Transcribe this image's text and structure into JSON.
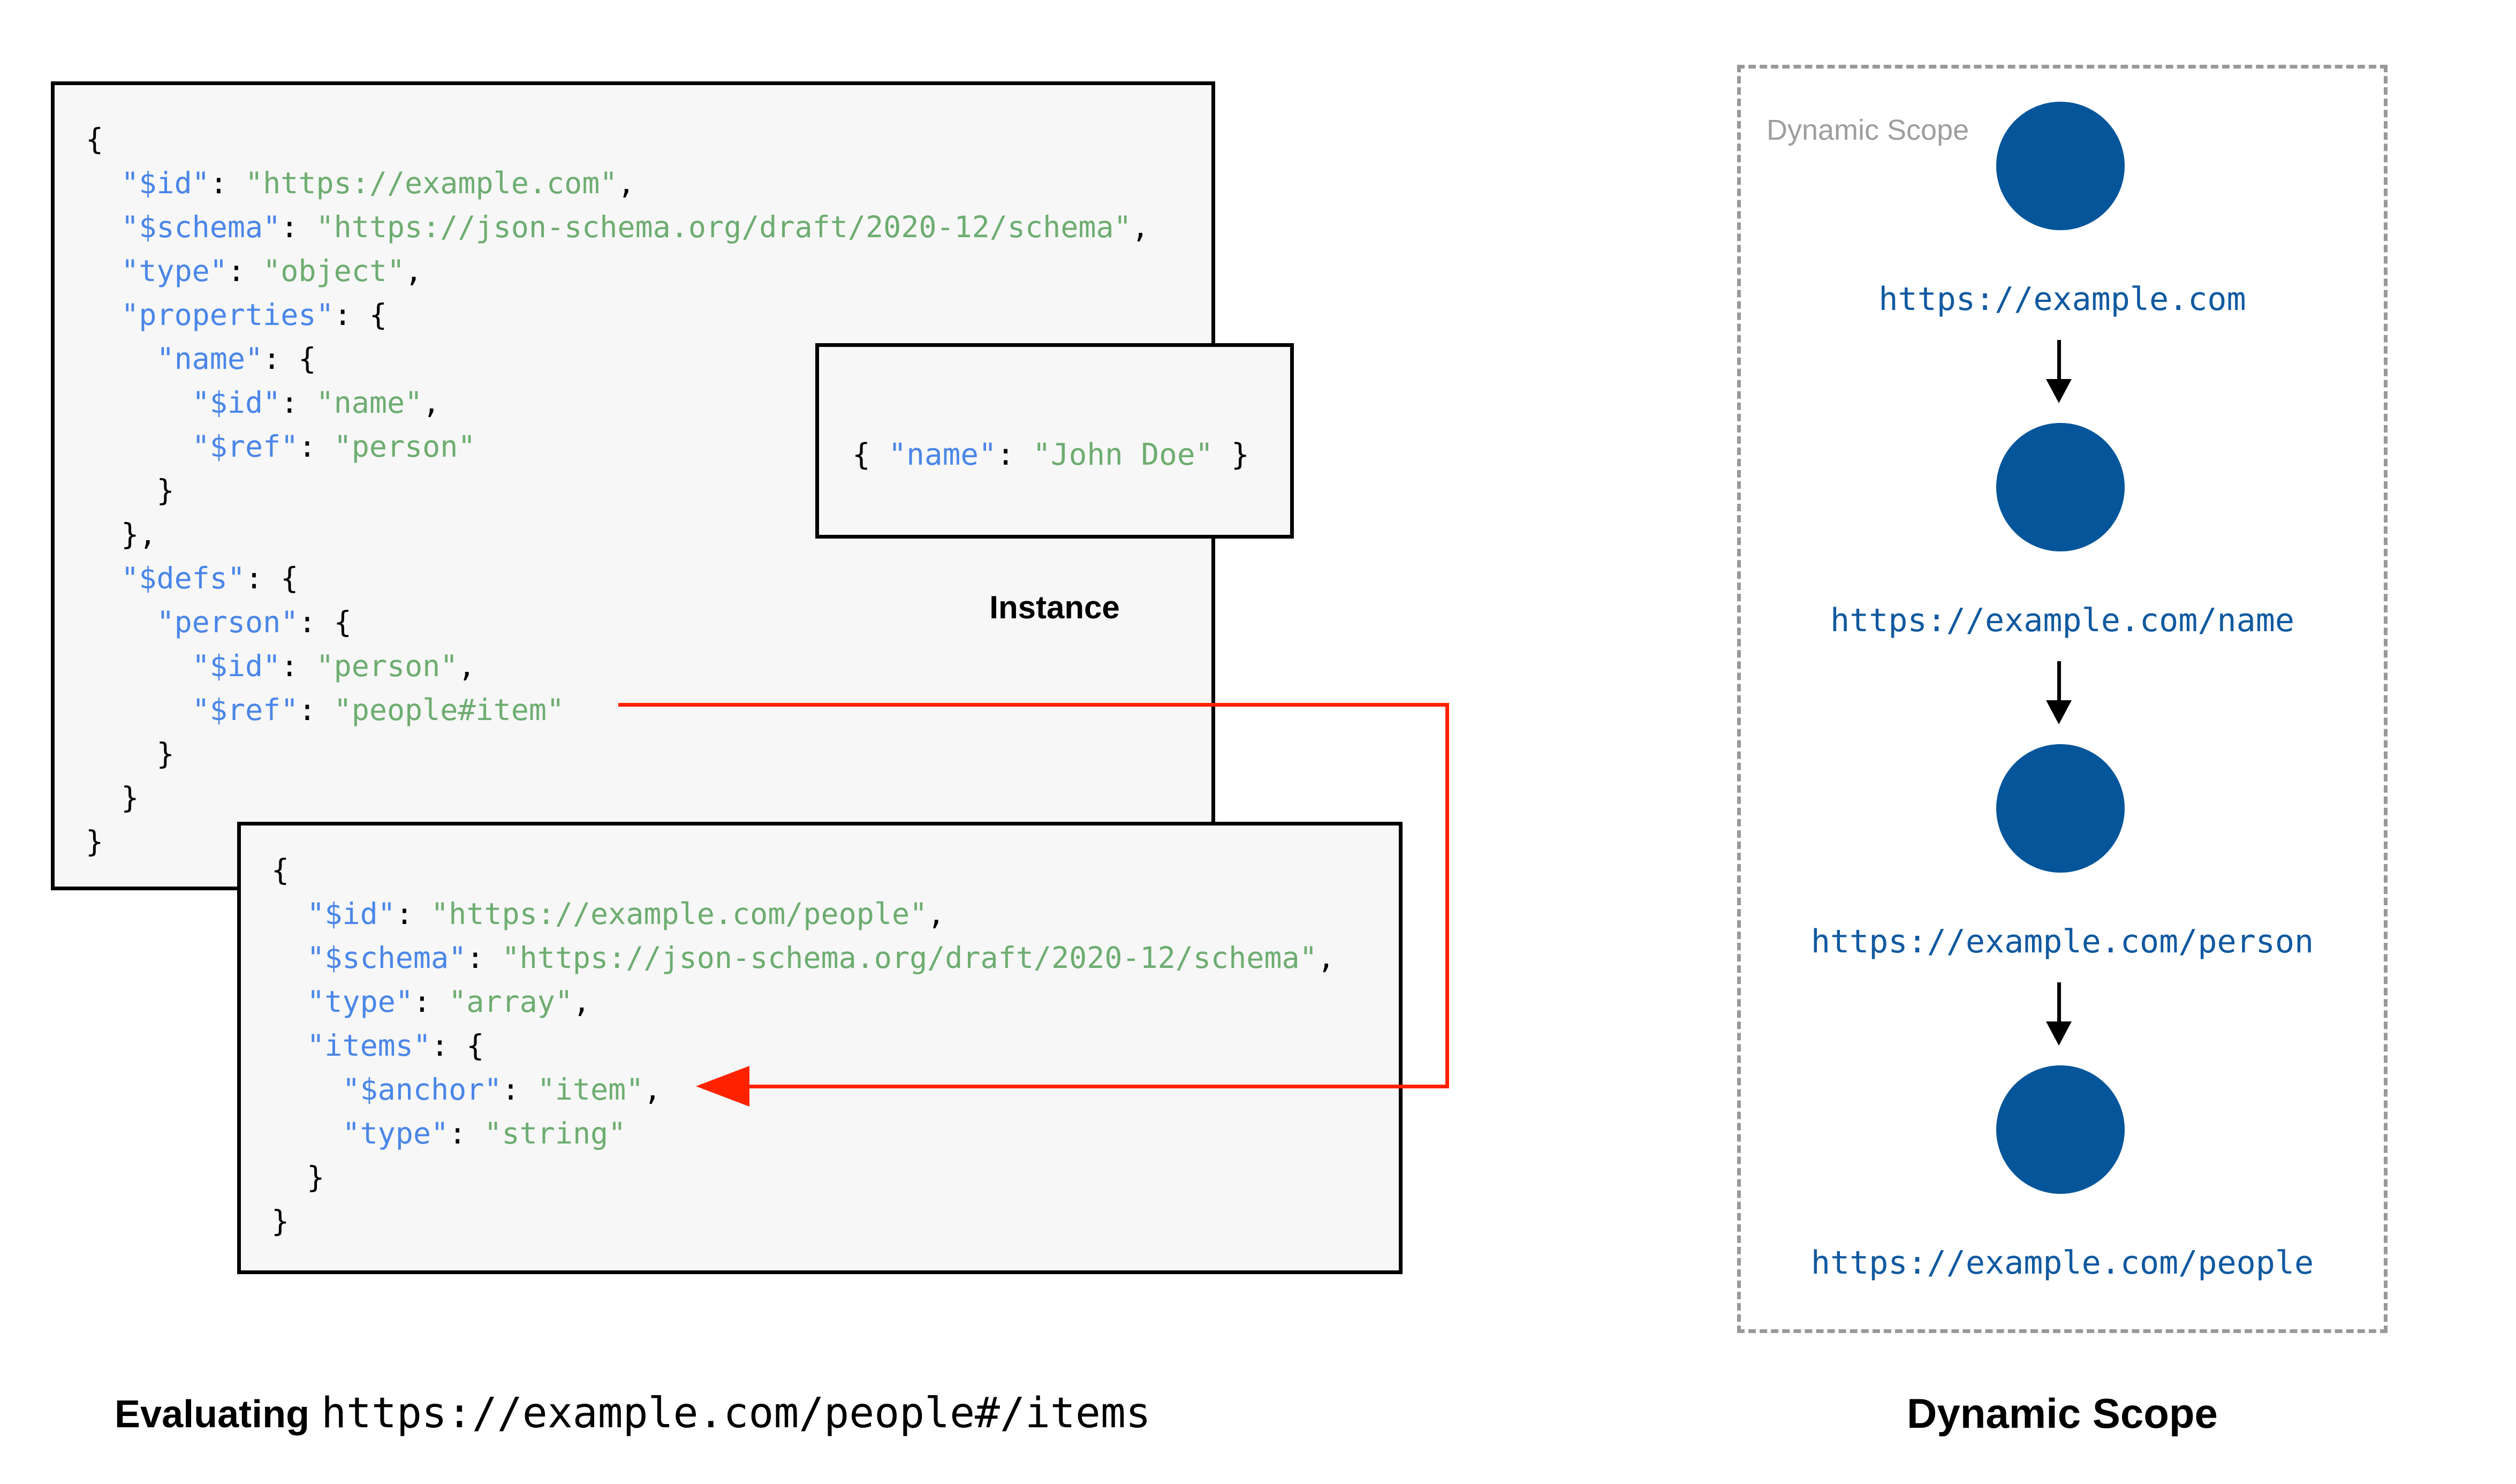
{
  "colors": {
    "key": "#4a86e8",
    "str": "#6dad70",
    "punct": "#000000",
    "box_bg": "#f7f7f7",
    "box_border": "#000000",
    "red": "#ff2200",
    "circle": "#05559a",
    "url": "#1059a0",
    "dashed": "#999999",
    "gray_label": "#9e9e9e"
  },
  "left_diagram": {
    "schema_root": {
      "code": [
        [
          [
            "p",
            "{"
          ]
        ],
        [
          [
            "p",
            "  "
          ],
          [
            "k",
            "\"$id\""
          ],
          [
            "p",
            ": "
          ],
          [
            "s",
            "\"https://example.com\""
          ],
          [
            "p",
            ","
          ]
        ],
        [
          [
            "p",
            "  "
          ],
          [
            "k",
            "\"$schema\""
          ],
          [
            "p",
            ": "
          ],
          [
            "s",
            "\"https://json-schema.org/draft/2020-12/schema\""
          ],
          [
            "p",
            ","
          ]
        ],
        [
          [
            "p",
            "  "
          ],
          [
            "k",
            "\"type\""
          ],
          [
            "p",
            ": "
          ],
          [
            "s",
            "\"object\""
          ],
          [
            "p",
            ","
          ]
        ],
        [
          [
            "p",
            "  "
          ],
          [
            "k",
            "\"properties\""
          ],
          [
            "p",
            ": {"
          ]
        ],
        [
          [
            "p",
            "    "
          ],
          [
            "k",
            "\"name\""
          ],
          [
            "p",
            ": {"
          ]
        ],
        [
          [
            "p",
            "      "
          ],
          [
            "k",
            "\"$id\""
          ],
          [
            "p",
            ": "
          ],
          [
            "s",
            "\"name\""
          ],
          [
            "p",
            ","
          ]
        ],
        [
          [
            "p",
            "      "
          ],
          [
            "k",
            "\"$ref\""
          ],
          [
            "p",
            ": "
          ],
          [
            "s",
            "\"person\""
          ]
        ],
        [
          [
            "p",
            "    }"
          ]
        ],
        [
          [
            "p",
            "  },"
          ]
        ],
        [
          [
            "p",
            "  "
          ],
          [
            "k",
            "\"$defs\""
          ],
          [
            "p",
            ": {"
          ]
        ],
        [
          [
            "p",
            "    "
          ],
          [
            "k",
            "\"person\""
          ],
          [
            "p",
            ": {"
          ]
        ],
        [
          [
            "p",
            "      "
          ],
          [
            "k",
            "\"$id\""
          ],
          [
            "p",
            ": "
          ],
          [
            "s",
            "\"person\""
          ],
          [
            "p",
            ","
          ]
        ],
        [
          [
            "p",
            "      "
          ],
          [
            "k",
            "\"$ref\""
          ],
          [
            "p",
            ": "
          ],
          [
            "s",
            "\"people#item\""
          ]
        ],
        [
          [
            "p",
            "    }"
          ]
        ],
        [
          [
            "p",
            "  }"
          ]
        ],
        [
          [
            "p",
            "}"
          ]
        ]
      ]
    },
    "schema_people": {
      "code": [
        [
          [
            "p",
            "{"
          ]
        ],
        [
          [
            "p",
            "  "
          ],
          [
            "k",
            "\"$id\""
          ],
          [
            "p",
            ": "
          ],
          [
            "s",
            "\"https://example.com/people\""
          ],
          [
            "p",
            ","
          ]
        ],
        [
          [
            "p",
            "  "
          ],
          [
            "k",
            "\"$schema\""
          ],
          [
            "p",
            ": "
          ],
          [
            "s",
            "\"https://json-schema.org/draft/2020-12/schema\""
          ],
          [
            "p",
            ","
          ]
        ],
        [
          [
            "p",
            "  "
          ],
          [
            "k",
            "\"type\""
          ],
          [
            "p",
            ": "
          ],
          [
            "s",
            "\"array\""
          ],
          [
            "p",
            ","
          ]
        ],
        [
          [
            "p",
            "  "
          ],
          [
            "k",
            "\"items\""
          ],
          [
            "p",
            ": {"
          ]
        ],
        [
          [
            "p",
            "    "
          ],
          [
            "k",
            "\"$anchor\""
          ],
          [
            "p",
            ": "
          ],
          [
            "s",
            "\"item\""
          ],
          [
            "p",
            ","
          ]
        ],
        [
          [
            "p",
            "    "
          ],
          [
            "k",
            "\"type\""
          ],
          [
            "p",
            ": "
          ],
          [
            "s",
            "\"string\""
          ]
        ],
        [
          [
            "p",
            "  }"
          ]
        ],
        [
          [
            "p",
            "}"
          ]
        ]
      ]
    },
    "instance": {
      "code": [
        [
          [
            "p",
            "{ "
          ],
          [
            "k",
            "\"name\""
          ],
          [
            "p",
            ": "
          ],
          [
            "s",
            "\"John Doe\""
          ],
          [
            "p",
            " }"
          ]
        ]
      ],
      "label": "Instance"
    },
    "evaluating_caption": {
      "prefix": "Evaluating",
      "uri": "https://example.com/people#/items"
    }
  },
  "dynamic_scope_panel": {
    "panel_label": "Dynamic Scope",
    "caption": "Dynamic Scope",
    "nodes": [
      {
        "url": "https://example.com"
      },
      {
        "url": "https://example.com/name"
      },
      {
        "url": "https://example.com/person"
      },
      {
        "url": "https://example.com/people"
      }
    ]
  }
}
